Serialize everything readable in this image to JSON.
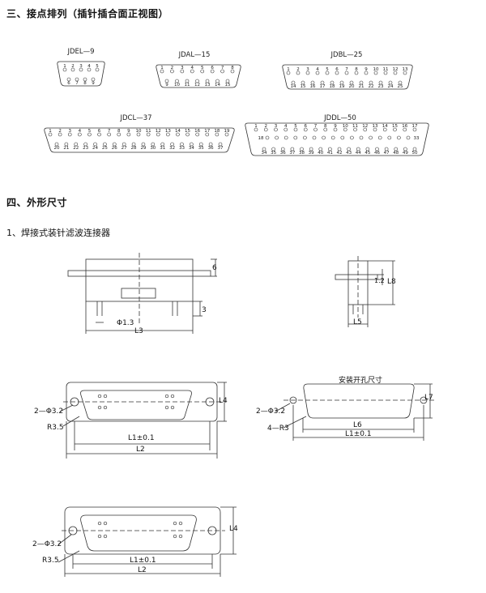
{
  "section3": {
    "title": "三、接点排列（插针插合面正视图）"
  },
  "connectors": [
    {
      "label": "JDEL—9",
      "row1": [
        "1",
        "2",
        "3",
        "4",
        "5"
      ],
      "row2": [
        "6",
        "7",
        "8",
        "9"
      ]
    },
    {
      "label": "JDAL—15",
      "row1": [
        "1",
        "2",
        "3",
        "4",
        "5",
        "6",
        "7",
        "8"
      ],
      "row2": [
        "9",
        "10",
        "11",
        "12",
        "13",
        "14",
        "15"
      ]
    },
    {
      "label": "JDBL—25",
      "row1": [
        "1",
        "2",
        "3",
        "4",
        "5",
        "6",
        "7",
        "8",
        "9",
        "10",
        "11",
        "12",
        "13"
      ],
      "row2": [
        "14",
        "15",
        "16",
        "17",
        "18",
        "19",
        "20",
        "21",
        "22",
        "23",
        "24",
        "25"
      ]
    },
    {
      "label": "JDCL—37",
      "row1": [
        "1",
        "2",
        "3",
        "4",
        "5",
        "6",
        "7",
        "8",
        "9",
        "10",
        "11",
        "12",
        "13",
        "14",
        "15",
        "16",
        "17",
        "18",
        "19"
      ],
      "row2": [
        "20",
        "21",
        "22",
        "23",
        "24",
        "25",
        "26",
        "27",
        "28",
        "29",
        "30",
        "31",
        "32",
        "33",
        "34",
        "35",
        "36",
        "37"
      ]
    },
    {
      "label": "JDDL—50",
      "row1": [
        "1",
        "2",
        "3",
        "4",
        "5",
        "6",
        "7",
        "8",
        "9",
        "10",
        "11",
        "12",
        "13",
        "14",
        "15",
        "16",
        "17"
      ],
      "row_mid_left": "18",
      "row_mid_right": "33",
      "row3": [
        "34",
        "35",
        "36",
        "37",
        "38",
        "39",
        "40",
        "41",
        "42",
        "43",
        "44",
        "45",
        "46",
        "47",
        "48",
        "49",
        "50"
      ]
    }
  ],
  "section4": {
    "title": "四、外形尺寸"
  },
  "subsection1": {
    "title": "1、焊接式装针滤波连接器"
  },
  "dimensions": {
    "L3": "L3",
    "phi13": "Φ1.3",
    "d6": "6",
    "d3": "3",
    "d12": "1.2",
    "L8": "L8",
    "L5": "L5",
    "hole2_32": "2—Φ3.2",
    "R35": "R3.5",
    "L1": "L1±0.1",
    "L2": "L2",
    "L4": "L4",
    "mount_title": "安装开孔尺寸",
    "mount_hole": "2—Φ3.2",
    "mount_r": "4—R3",
    "L6": "L6",
    "L7": "L7",
    "L1b": "L1±0.1",
    "hole2_32b": "2—Φ3.2",
    "R35b": "R3.5",
    "L1c": "L1±0.1",
    "L2b": "L2",
    "L4b": "L4"
  }
}
